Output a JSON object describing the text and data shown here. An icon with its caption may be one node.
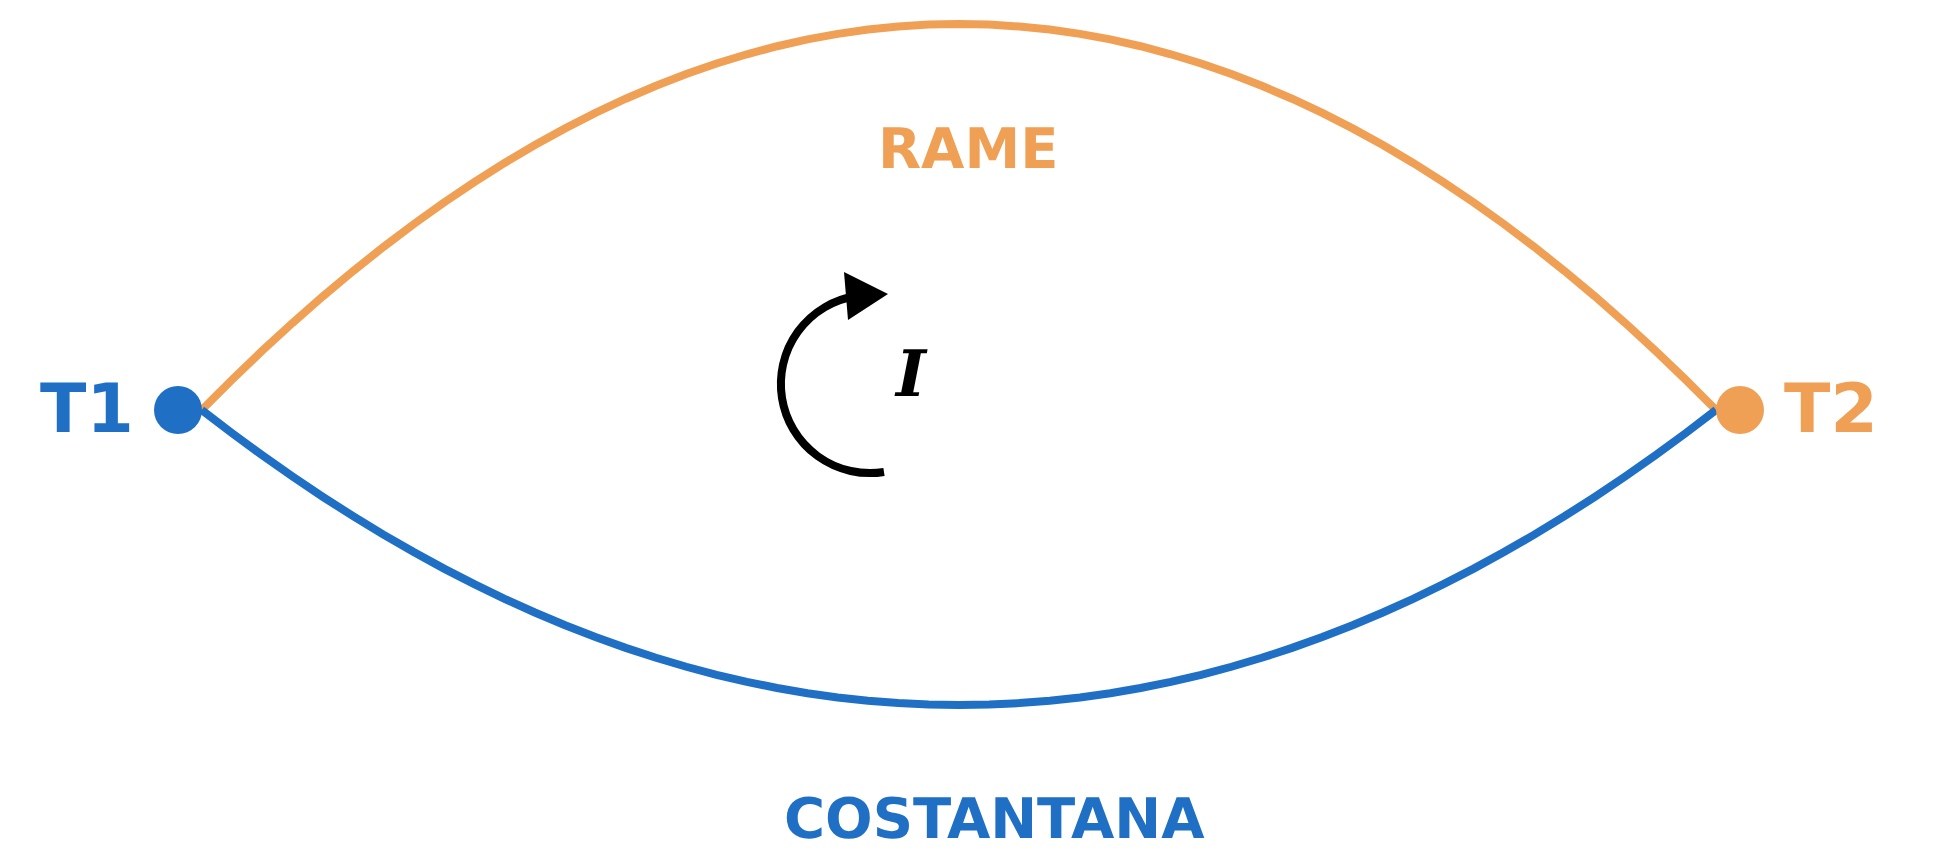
{
  "diagram": {
    "nodes": [
      {
        "text": [
          "T1"
        ]
      },
      {
        "text": [
          "T2"
        ]
      }
    ],
    "edges": [
      {
        "from": 0,
        "to": 1,
        "arrow": "none",
        "label": "RAME",
        "color": "#f0a055"
      },
      {
        "from": 0,
        "to": 1,
        "arrow": "none",
        "label": "COSTANTANA",
        "color": "#1f6fc5"
      }
    ],
    "labels": [
      "I"
    ]
  }
}
